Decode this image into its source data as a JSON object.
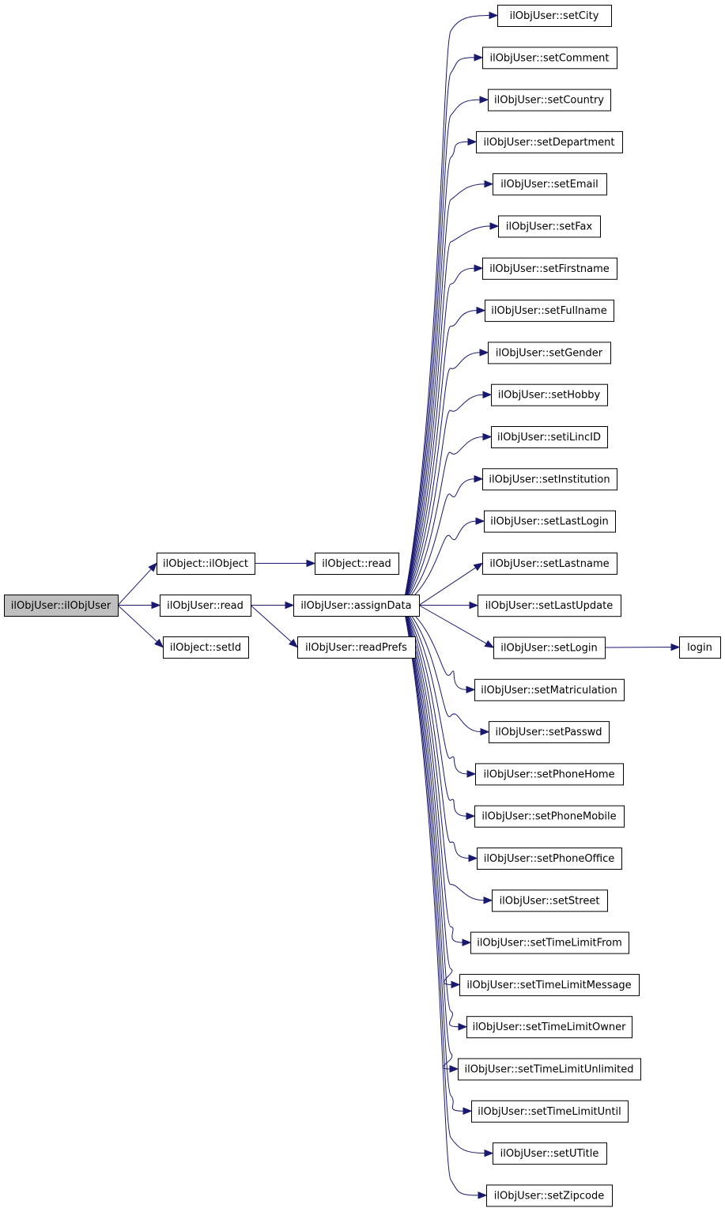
{
  "graph": {
    "colors": {
      "edge": "#191970",
      "node_border": "#000000",
      "node_fill": "#ffffff",
      "root_fill": "#bfbfbf"
    },
    "nodes": [
      {
        "id": "root",
        "label": "ilObjUser::ilObjUser",
        "root": true
      },
      {
        "id": "ilobject",
        "label": "ilObject::ilObject"
      },
      {
        "id": "read",
        "label": "ilObjUser::read"
      },
      {
        "id": "setid",
        "label": "ilObject::setId"
      },
      {
        "id": "obj_read",
        "label": "ilObject::read"
      },
      {
        "id": "assign",
        "label": "ilObjUser::assignData"
      },
      {
        "id": "readprefs",
        "label": "ilObjUser::readPrefs"
      },
      {
        "id": "setCity",
        "label": "ilObjUser::setCity"
      },
      {
        "id": "setComment",
        "label": "ilObjUser::setComment"
      },
      {
        "id": "setCountry",
        "label": "ilObjUser::setCountry"
      },
      {
        "id": "setDepartment",
        "label": "ilObjUser::setDepartment"
      },
      {
        "id": "setEmail",
        "label": "ilObjUser::setEmail"
      },
      {
        "id": "setFax",
        "label": "ilObjUser::setFax"
      },
      {
        "id": "setFirstname",
        "label": "ilObjUser::setFirstname"
      },
      {
        "id": "setFullname",
        "label": "ilObjUser::setFullname"
      },
      {
        "id": "setGender",
        "label": "ilObjUser::setGender"
      },
      {
        "id": "setHobby",
        "label": "ilObjUser::setHobby"
      },
      {
        "id": "setiLincID",
        "label": "ilObjUser::setiLincID"
      },
      {
        "id": "setInstitution",
        "label": "ilObjUser::setInstitution"
      },
      {
        "id": "setLastLogin",
        "label": "ilObjUser::setLastLogin"
      },
      {
        "id": "setLastname",
        "label": "ilObjUser::setLastname"
      },
      {
        "id": "setLastUpdate",
        "label": "ilObjUser::setLastUpdate"
      },
      {
        "id": "setLogin",
        "label": "ilObjUser::setLogin"
      },
      {
        "id": "setMatriculation",
        "label": "ilObjUser::setMatriculation"
      },
      {
        "id": "setPasswd",
        "label": "ilObjUser::setPasswd"
      },
      {
        "id": "setPhoneHome",
        "label": "ilObjUser::setPhoneHome"
      },
      {
        "id": "setPhoneMobile",
        "label": "ilObjUser::setPhoneMobile"
      },
      {
        "id": "setPhoneOffice",
        "label": "ilObjUser::setPhoneOffice"
      },
      {
        "id": "setStreet",
        "label": "ilObjUser::setStreet"
      },
      {
        "id": "setTimeLimitFrom",
        "label": "ilObjUser::setTimeLimitFrom"
      },
      {
        "id": "setTimeLimitMessage",
        "label": "ilObjUser::setTimeLimitMessage"
      },
      {
        "id": "setTimeLimitOwner",
        "label": "ilObjUser::setTimeLimitOwner"
      },
      {
        "id": "setTimeLimitUnlimited",
        "label": "ilObjUser::setTimeLimitUnlimited"
      },
      {
        "id": "setTimeLimitUntil",
        "label": "ilObjUser::setTimeLimitUntil"
      },
      {
        "id": "setUTitle",
        "label": "ilObjUser::setUTitle"
      },
      {
        "id": "setZipcode",
        "label": "ilObjUser::setZipcode"
      },
      {
        "id": "login",
        "label": "login"
      }
    ],
    "edges": [
      [
        "root",
        "ilobject"
      ],
      [
        "root",
        "read"
      ],
      [
        "root",
        "setid"
      ],
      [
        "ilobject",
        "obj_read"
      ],
      [
        "read",
        "assign"
      ],
      [
        "read",
        "readprefs"
      ],
      [
        "assign",
        "setCity"
      ],
      [
        "assign",
        "setComment"
      ],
      [
        "assign",
        "setCountry"
      ],
      [
        "assign",
        "setDepartment"
      ],
      [
        "assign",
        "setEmail"
      ],
      [
        "assign",
        "setFax"
      ],
      [
        "assign",
        "setFirstname"
      ],
      [
        "assign",
        "setFullname"
      ],
      [
        "assign",
        "setGender"
      ],
      [
        "assign",
        "setHobby"
      ],
      [
        "assign",
        "setiLincID"
      ],
      [
        "assign",
        "setInstitution"
      ],
      [
        "assign",
        "setLastLogin"
      ],
      [
        "assign",
        "setLastname"
      ],
      [
        "assign",
        "setLastUpdate"
      ],
      [
        "assign",
        "setLogin"
      ],
      [
        "assign",
        "setMatriculation"
      ],
      [
        "assign",
        "setPasswd"
      ],
      [
        "assign",
        "setPhoneHome"
      ],
      [
        "assign",
        "setPhoneMobile"
      ],
      [
        "assign",
        "setPhoneOffice"
      ],
      [
        "assign",
        "setStreet"
      ],
      [
        "assign",
        "setTimeLimitFrom"
      ],
      [
        "assign",
        "setTimeLimitMessage"
      ],
      [
        "assign",
        "setTimeLimitOwner"
      ],
      [
        "assign",
        "setTimeLimitUnlimited"
      ],
      [
        "assign",
        "setTimeLimitUntil"
      ],
      [
        "assign",
        "setUTitle"
      ],
      [
        "assign",
        "setZipcode"
      ],
      [
        "setLogin",
        "login"
      ]
    ]
  }
}
